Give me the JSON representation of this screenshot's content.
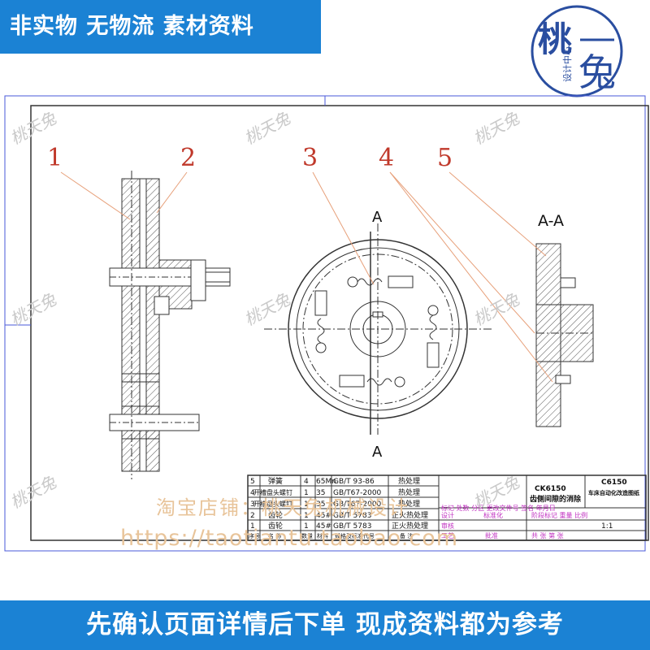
{
  "banners": {
    "top": "非实物 无物流 素材资料",
    "bottom": "先确认页面详情后下单 现成资料都为参考"
  },
  "logo": {
    "big_char": "桃",
    "side_chars": "设计中心",
    "rabbit_char": "兔",
    "color": "#2a4ea0"
  },
  "watermark": {
    "text": "桃天兔",
    "shop": "淘宝店铺：桃天兔机械设计",
    "url": "https://taotiantu.taobao.com"
  },
  "drawing": {
    "callouts": [
      "1",
      "2",
      "3",
      "4",
      "5"
    ],
    "section_marks": {
      "top": "A",
      "bottom": "A",
      "view": "A-A"
    }
  },
  "title_block": {
    "parts": [
      {
        "no": "5",
        "name": "弹簧",
        "qty": "4",
        "material": "65Mn",
        "std": "GB/T 93-86",
        "note": "热处理"
      },
      {
        "no": "4",
        "name": "开槽盘头螺钉",
        "qty": "1",
        "material": "35",
        "std": "GB/T67-2000",
        "note": "热处理"
      },
      {
        "no": "3",
        "name": "开槽盘头螺钉",
        "qty": "1",
        "material": "35",
        "std": "GB/T67-2000",
        "note": "热处理"
      },
      {
        "no": "2",
        "name": "齿轮",
        "qty": "1",
        "material": "45#",
        "std": "GB/T 5783",
        "note": "正火热处理"
      },
      {
        "no": "1",
        "name": "齿轮",
        "qty": "1",
        "material": "45#",
        "std": "GB/T 5783",
        "note": "正火热处理"
      }
    ],
    "header": [
      "序号",
      "名  称",
      "数量",
      "材料",
      "规格及标准代号",
      "备  注"
    ],
    "drawing_no": "CK6150",
    "drawing_name": "齿侧间隙的消除",
    "project_no": "C6150",
    "project_name": "车床自动化改造图纸",
    "rev_row": "标记 处数 分区 更改文件号 签名 年月日",
    "design": "设计",
    "standard": "标准化",
    "stage_row": "阶段标记 重量 比例",
    "check": "审核",
    "process": "工艺",
    "approve": "批准",
    "scale": "1:1",
    "sheets": "共  张  第  张"
  }
}
